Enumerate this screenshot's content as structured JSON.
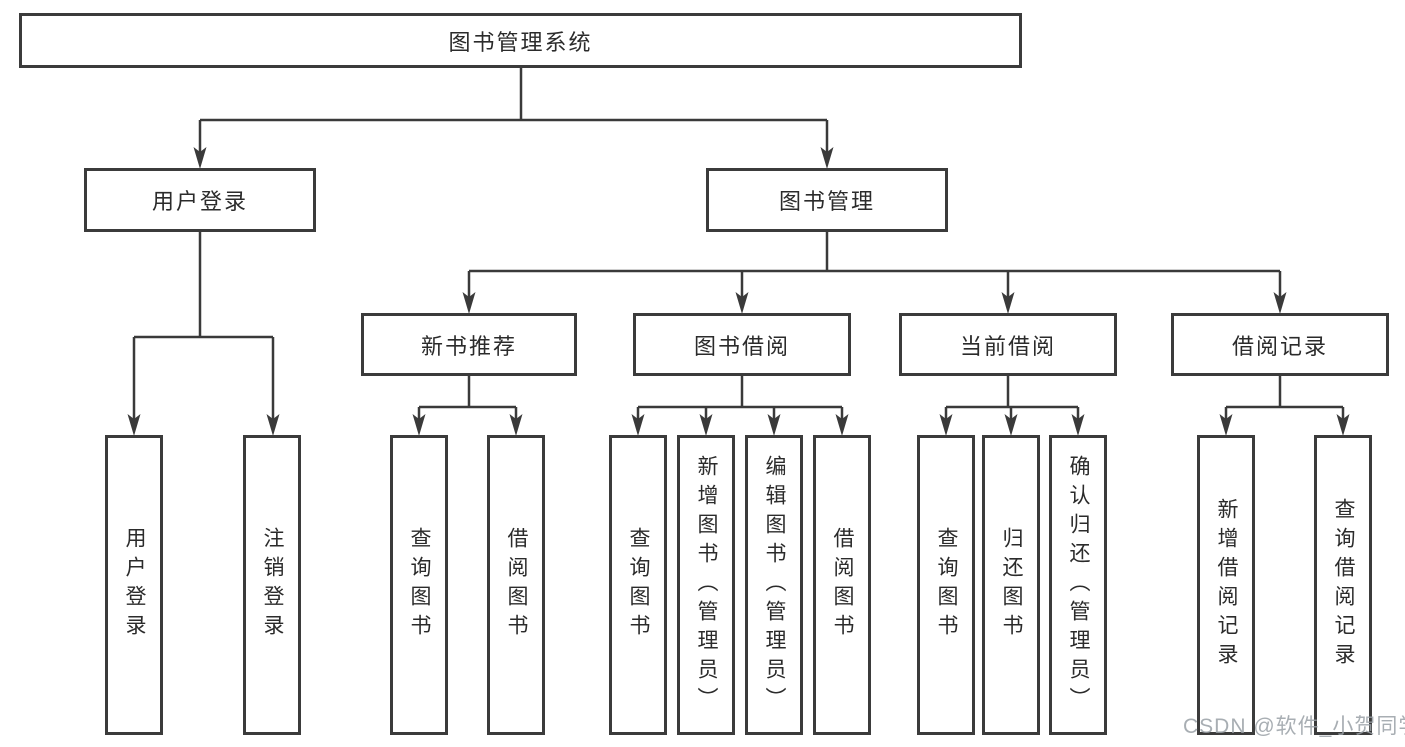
{
  "colors": {
    "line": "#3a3a3a",
    "box_border": "#3b3b3b",
    "text": "#2b2b2b",
    "watermark": "#9aa0a6",
    "background": "#ffffff"
  },
  "watermark": "CSDN @软件_小贺同学",
  "tree": {
    "root": {
      "label": "图书管理系统",
      "children": [
        {
          "label": "用户登录",
          "children": [
            {
              "label": "用户登录"
            },
            {
              "label": "注销登录"
            }
          ]
        },
        {
          "label": "图书管理",
          "children": [
            {
              "label": "新书推荐",
              "children": [
                {
                  "label": "查询图书"
                },
                {
                  "label": "借阅图书"
                }
              ]
            },
            {
              "label": "图书借阅",
              "children": [
                {
                  "label": "查询图书"
                },
                {
                  "label": "新增图书（管理员）"
                },
                {
                  "label": "编辑图书（管理员）"
                },
                {
                  "label": "借阅图书"
                }
              ]
            },
            {
              "label": "当前借阅",
              "children": [
                {
                  "label": "查询图书"
                },
                {
                  "label": "归还图书"
                },
                {
                  "label": "确认归还（管理员）"
                }
              ]
            },
            {
              "label": "借阅记录",
              "children": [
                {
                  "label": "新增借阅记录"
                },
                {
                  "label": "查询借阅记录"
                }
              ]
            }
          ]
        }
      ]
    }
  }
}
